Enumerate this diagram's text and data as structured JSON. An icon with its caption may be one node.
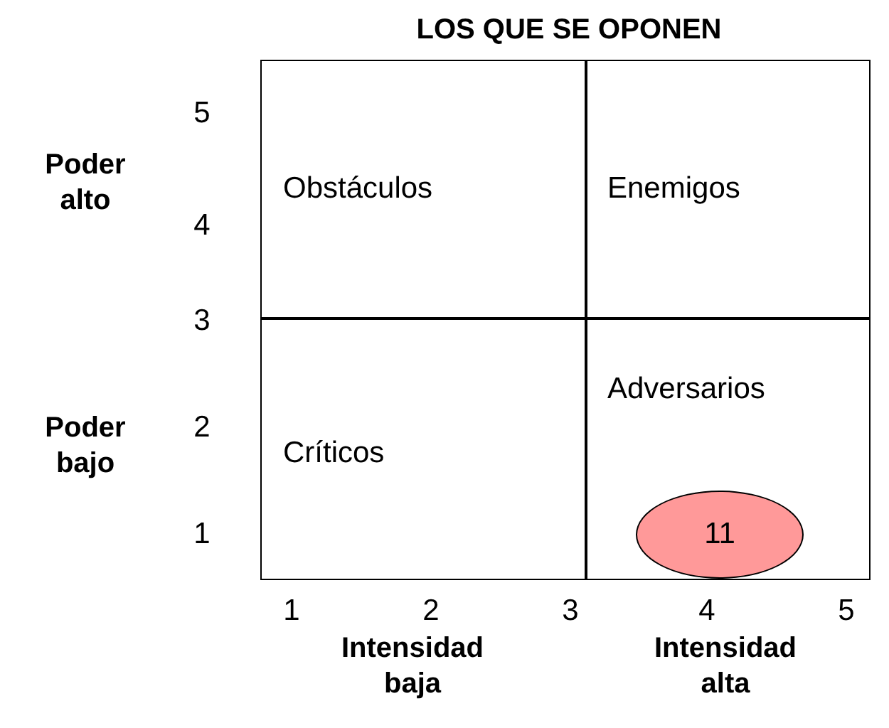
{
  "diagram": {
    "title": "LOS QUE SE OPONEN",
    "nodes": [
      {
        "text": [
          "Obstáculos"
        ]
      },
      {
        "text": [
          "Enemigos"
        ]
      },
      {
        "text": [
          "Críticos"
        ]
      },
      {
        "text": [
          "Adversarios"
        ]
      },
      {
        "text": [
          "11"
        ],
        "in": 3
      }
    ],
    "labels": [
      "5",
      "Poder alto",
      "4",
      "3",
      "Poder bajo",
      "2",
      "1",
      "1",
      "2",
      "3",
      "4",
      "5",
      "Intensidad baja",
      "Intensidad alta"
    ]
  }
}
